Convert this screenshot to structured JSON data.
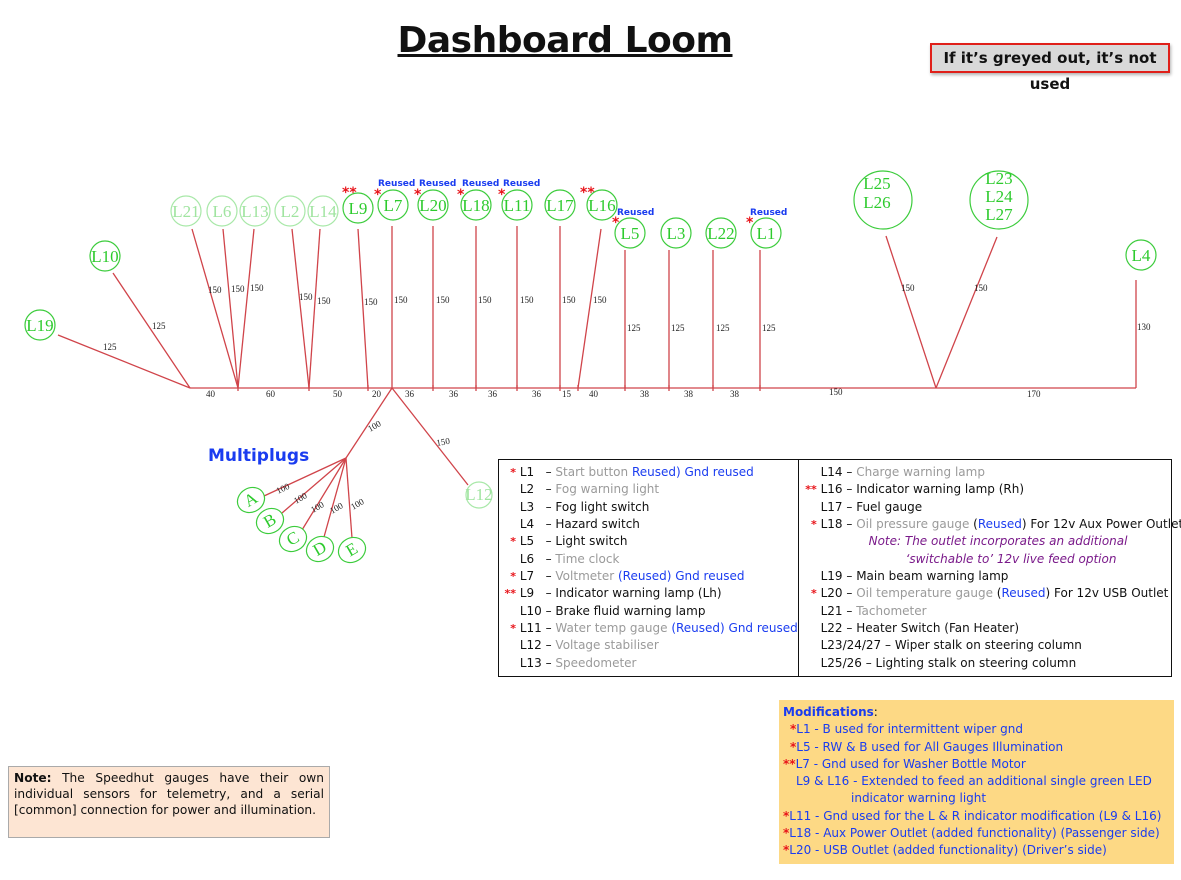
{
  "title": "Dashboard Loom",
  "greyed_notice": "If it’s greyed out, it’s not used",
  "colors": {
    "wire": "#d0444a",
    "node": "#3ccc3c",
    "faded": "#a8e8a8",
    "star": "#e8141a",
    "reused": "#1a3cf0",
    "mods_bg": "#fdd985",
    "note_bg": "#fde5d3"
  },
  "diagram": {
    "nodes": {
      "L19": "L19",
      "L10": "L10",
      "L21": "L21",
      "L6": "L6",
      "L13": "L13",
      "L2": "L2",
      "L14": "L14",
      "L9": "L9",
      "L7": "L7",
      "L20": "L20",
      "L18": "L18",
      "L11": "L11",
      "L17": "L17",
      "L16": "L16",
      "L5": "L5",
      "L3": "L3",
      "L22": "L22",
      "L1": "L1",
      "L25": "L25",
      "L26": "L26",
      "L23": "L23",
      "L24": "L24",
      "L27": "L27",
      "L4": "L4",
      "L12": "L12",
      "A": "A",
      "B": "B",
      "C": "C",
      "D": "D",
      "E": "E"
    },
    "markers": {
      "single": "*",
      "double": "**",
      "reused": "Reused"
    },
    "branch_lengths": {
      "L19": "125",
      "L10": "125",
      "L21": "150",
      "L6": "150",
      "L13": "150",
      "L2": "150",
      "L14": "150",
      "L9": "150",
      "L7": "150",
      "L20": "150",
      "L18": "150",
      "L11": "150",
      "L17": "150",
      "L16": "150",
      "L5": "125",
      "L3": "125",
      "L22": "125",
      "L1": "125",
      "L25_26": "150",
      "L23_24_27": "150",
      "L4": "130",
      "multiplug_trunk": "100",
      "L12": "150",
      "A": "100",
      "B": "100",
      "C": "100",
      "D": "100",
      "E": "100"
    },
    "trunk_lengths": [
      "40",
      "60",
      "50",
      "20",
      "36",
      "36",
      "36",
      "36",
      "15",
      "40",
      "38",
      "38",
      "38",
      "150",
      "170"
    ],
    "multiplugs_label": "Multiplugs"
  },
  "legend": {
    "left": [
      {
        "star": "*",
        "segs": [
          [
            "black",
            "L1   – "
          ],
          [
            "grey",
            "Start button "
          ],
          [
            "blue",
            "Reused) Gnd reused"
          ]
        ]
      },
      {
        "star": "",
        "segs": [
          [
            "black",
            "L2   – "
          ],
          [
            "grey",
            "Fog warning light"
          ]
        ]
      },
      {
        "star": "",
        "segs": [
          [
            "black",
            "L3   – Fog light switch"
          ]
        ]
      },
      {
        "star": "",
        "segs": [
          [
            "black",
            "L4   – Hazard switch"
          ]
        ]
      },
      {
        "star": "*",
        "segs": [
          [
            "black",
            "L5   – Light switch"
          ]
        ]
      },
      {
        "star": "",
        "segs": [
          [
            "black",
            "L6   – "
          ],
          [
            "grey",
            "Time clock"
          ]
        ]
      },
      {
        "star": "*",
        "segs": [
          [
            "black",
            "L7   – "
          ],
          [
            "grey",
            "Voltmeter "
          ],
          [
            "blue",
            "(Reused) Gnd reused"
          ]
        ]
      },
      {
        "star": "**",
        "segs": [
          [
            "black",
            "L9   – Indicator warning lamp (Lh)"
          ]
        ]
      },
      {
        "star": "",
        "segs": [
          [
            "black",
            "L10 – Brake fluid warning lamp"
          ]
        ]
      },
      {
        "star": "*",
        "segs": [
          [
            "black",
            "L11 – "
          ],
          [
            "grey",
            "Water temp gauge "
          ],
          [
            "blue",
            "(Reused) Gnd reused"
          ]
        ]
      },
      {
        "star": "",
        "segs": [
          [
            "black",
            "L12 – "
          ],
          [
            "grey",
            "Voltage stabiliser"
          ]
        ]
      },
      {
        "star": "",
        "segs": [
          [
            "black",
            "L13 – "
          ],
          [
            "grey",
            "Speedometer"
          ]
        ]
      }
    ],
    "right": [
      {
        "star": "",
        "segs": [
          [
            "black",
            "L14 – "
          ],
          [
            "grey",
            "Charge warning lamp"
          ]
        ]
      },
      {
        "star": "**",
        "segs": [
          [
            "black",
            "L16 – Indicator warning lamp (Rh)"
          ]
        ]
      },
      {
        "star": "",
        "segs": [
          [
            "black",
            "L17 – Fuel gauge"
          ]
        ]
      },
      {
        "star": "*",
        "segs": [
          [
            "black",
            "L18 – "
          ],
          [
            "grey",
            "Oil pressure gauge "
          ],
          [
            "black",
            "("
          ],
          [
            "blue",
            "Reused"
          ],
          [
            "black",
            ") For 12v Aux Power Outlet"
          ]
        ]
      },
      {
        "star": "",
        "indent": 1,
        "segs": [
          [
            "note",
            "Note: The outlet incorporates an additional"
          ]
        ]
      },
      {
        "star": "",
        "indent": 2,
        "segs": [
          [
            "note",
            "‘switchable to’ 12v live feed option"
          ]
        ]
      },
      {
        "star": "",
        "segs": [
          [
            "black",
            "L19 – Main beam warning lamp"
          ]
        ]
      },
      {
        "star": "*",
        "segs": [
          [
            "black",
            "L20 – "
          ],
          [
            "grey",
            "Oil temperature gauge "
          ],
          [
            "black",
            "("
          ],
          [
            "blue",
            "Reused"
          ],
          [
            "black",
            ") For 12v USB Outlet"
          ]
        ]
      },
      {
        "star": "",
        "segs": [
          [
            "black",
            "L21 – "
          ],
          [
            "grey",
            "Tachometer"
          ]
        ]
      },
      {
        "star": "",
        "segs": [
          [
            "black",
            "L22 – Heater Switch (Fan Heater)"
          ]
        ]
      },
      {
        "star": "",
        "segs": [
          [
            "black",
            "L23/24/27 – Wiper stalk on steering column"
          ]
        ]
      },
      {
        "star": "",
        "segs": [
          [
            "black",
            "L25/26 – Lighting stalk on steering column"
          ]
        ]
      }
    ]
  },
  "modifications": {
    "heading": "Modifications",
    "items": [
      {
        "star": "*",
        "indent": 1,
        "text": "L1 - B used for intermittent wiper gnd"
      },
      {
        "star": "*",
        "indent": 1,
        "text": "L5 - RW & B used for All Gauges Illumination"
      },
      {
        "star": "**",
        "indent": 0,
        "text": "L7 - Gnd used for Washer Bottle Motor"
      },
      {
        "star": "",
        "indent": 2,
        "text": "L9 & L16 - Extended to feed an additional single green LED"
      },
      {
        "star": "",
        "indent": 3,
        "text": "indicator warning light"
      },
      {
        "star": "*",
        "indent": 0,
        "text": "L11 - Gnd used for the L & R indicator modification (L9 & L16)"
      },
      {
        "star": "*",
        "indent": 0,
        "text": "L18 - Aux Power Outlet (added functionality) (Passenger side)"
      },
      {
        "star": "*",
        "indent": 0,
        "text": "L20 - USB Outlet (added functionality) (Driver’s side)"
      }
    ]
  },
  "note": {
    "label": "Note:",
    "text": " The Speedhut gauges have their own individual sensors for telemetry, and a serial [common] connection for power and illumination."
  }
}
